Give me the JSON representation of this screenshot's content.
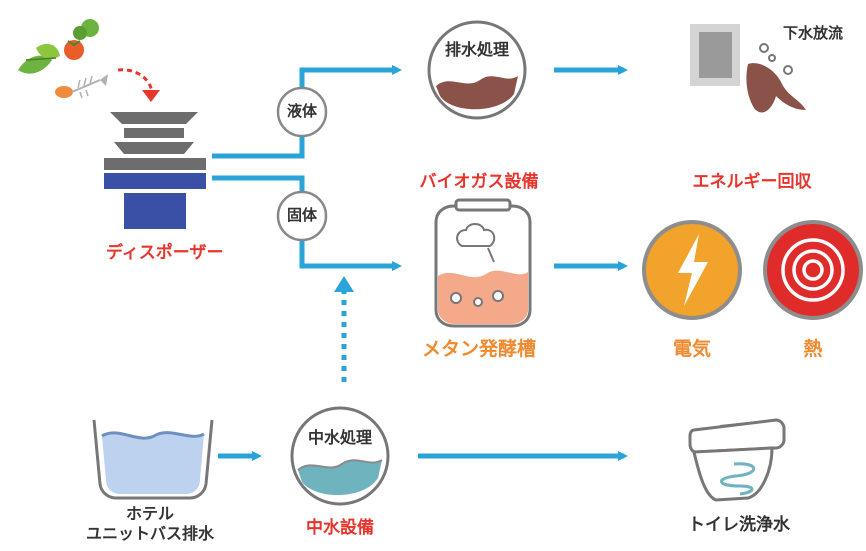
{
  "colors": {
    "flow": "#2aa3d9",
    "red_label": "#e8352c",
    "orange_label": "#ef8a2f",
    "text_dark": "#333333",
    "disposer_gray": "#6d6d6d",
    "disposer_blue": "#3a4fa6",
    "sludge": "#8a5249",
    "tank_fill": "#f4a98a",
    "greywater": "#6fb3bf",
    "bath_water": "#bcd2ee",
    "electric": "#f2a32c",
    "heat": "#e02b2b"
  },
  "icons": {
    "food_waste": "food-scraps-icon",
    "disposer": "garbage-disposer-icon",
    "sewage_treatment": "sewage-treatment-icon",
    "sewer": "sewer-discharge-icon",
    "digester": "methane-fermentation-tank-icon",
    "electricity": "lightning-bolt-icon",
    "heat": "heat-rings-icon",
    "bath": "bathtub-icon",
    "greywater": "greywater-treatment-icon",
    "toilet": "toilet-icon"
  },
  "labels": {
    "disposer": "ディスポーザー",
    "liquid": "液体",
    "solid": "固体",
    "wastewater_treatment": "排水処理",
    "sewer_discharge": "下水放流",
    "biogas_facility": "バイオガス設備",
    "methane_tank": "メタン発酵槽",
    "energy_recovery": "エネルギー回収",
    "electricity": "電気",
    "heat": "熱",
    "hotel_line1": "ホテル",
    "hotel_line2": "ユニットバス排水",
    "greywater_treatment": "中水処理",
    "greywater_facility": "中水設備",
    "toilet_flush": "トイレ洗浄水"
  }
}
